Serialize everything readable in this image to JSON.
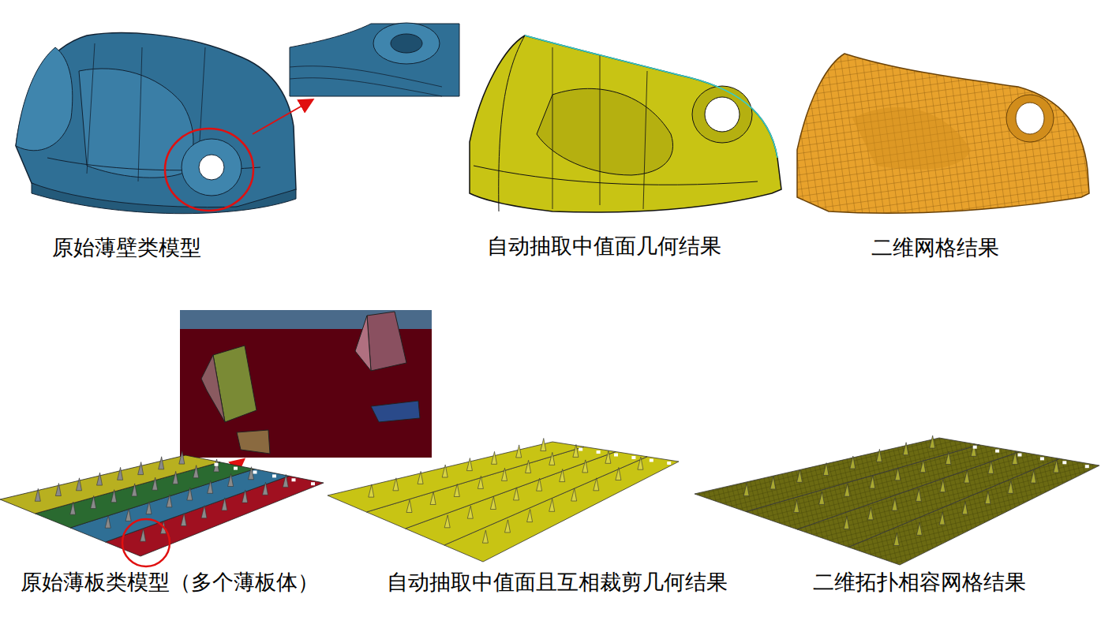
{
  "diagram": {
    "labels": [
      "原始薄壁类模型",
      "自动抽取中值面几何结果",
      "二维网格结果",
      "原始薄板类模型（多个薄板体）",
      "自动抽取中值面且互相裁剪几何结果",
      "二维拓扑相容网格结果"
    ]
  }
}
